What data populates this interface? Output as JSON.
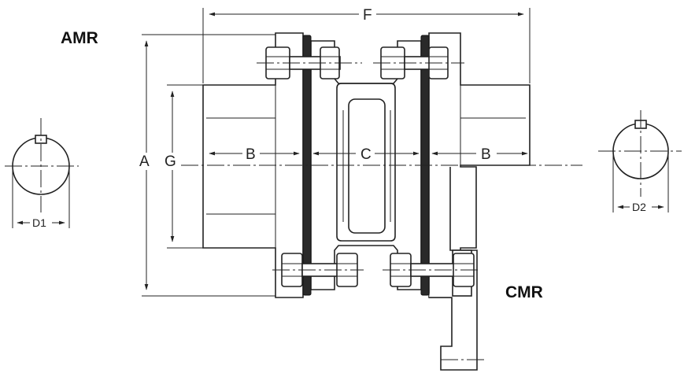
{
  "labels": {
    "amr": "AMR",
    "cmr": "CMR",
    "dim_a": "A",
    "dim_g": "G",
    "dim_f": "F",
    "dim_b_left": "B",
    "dim_c": "C",
    "dim_b_right": "B",
    "dim_d1": "D1",
    "dim_d2": "D2"
  }
}
